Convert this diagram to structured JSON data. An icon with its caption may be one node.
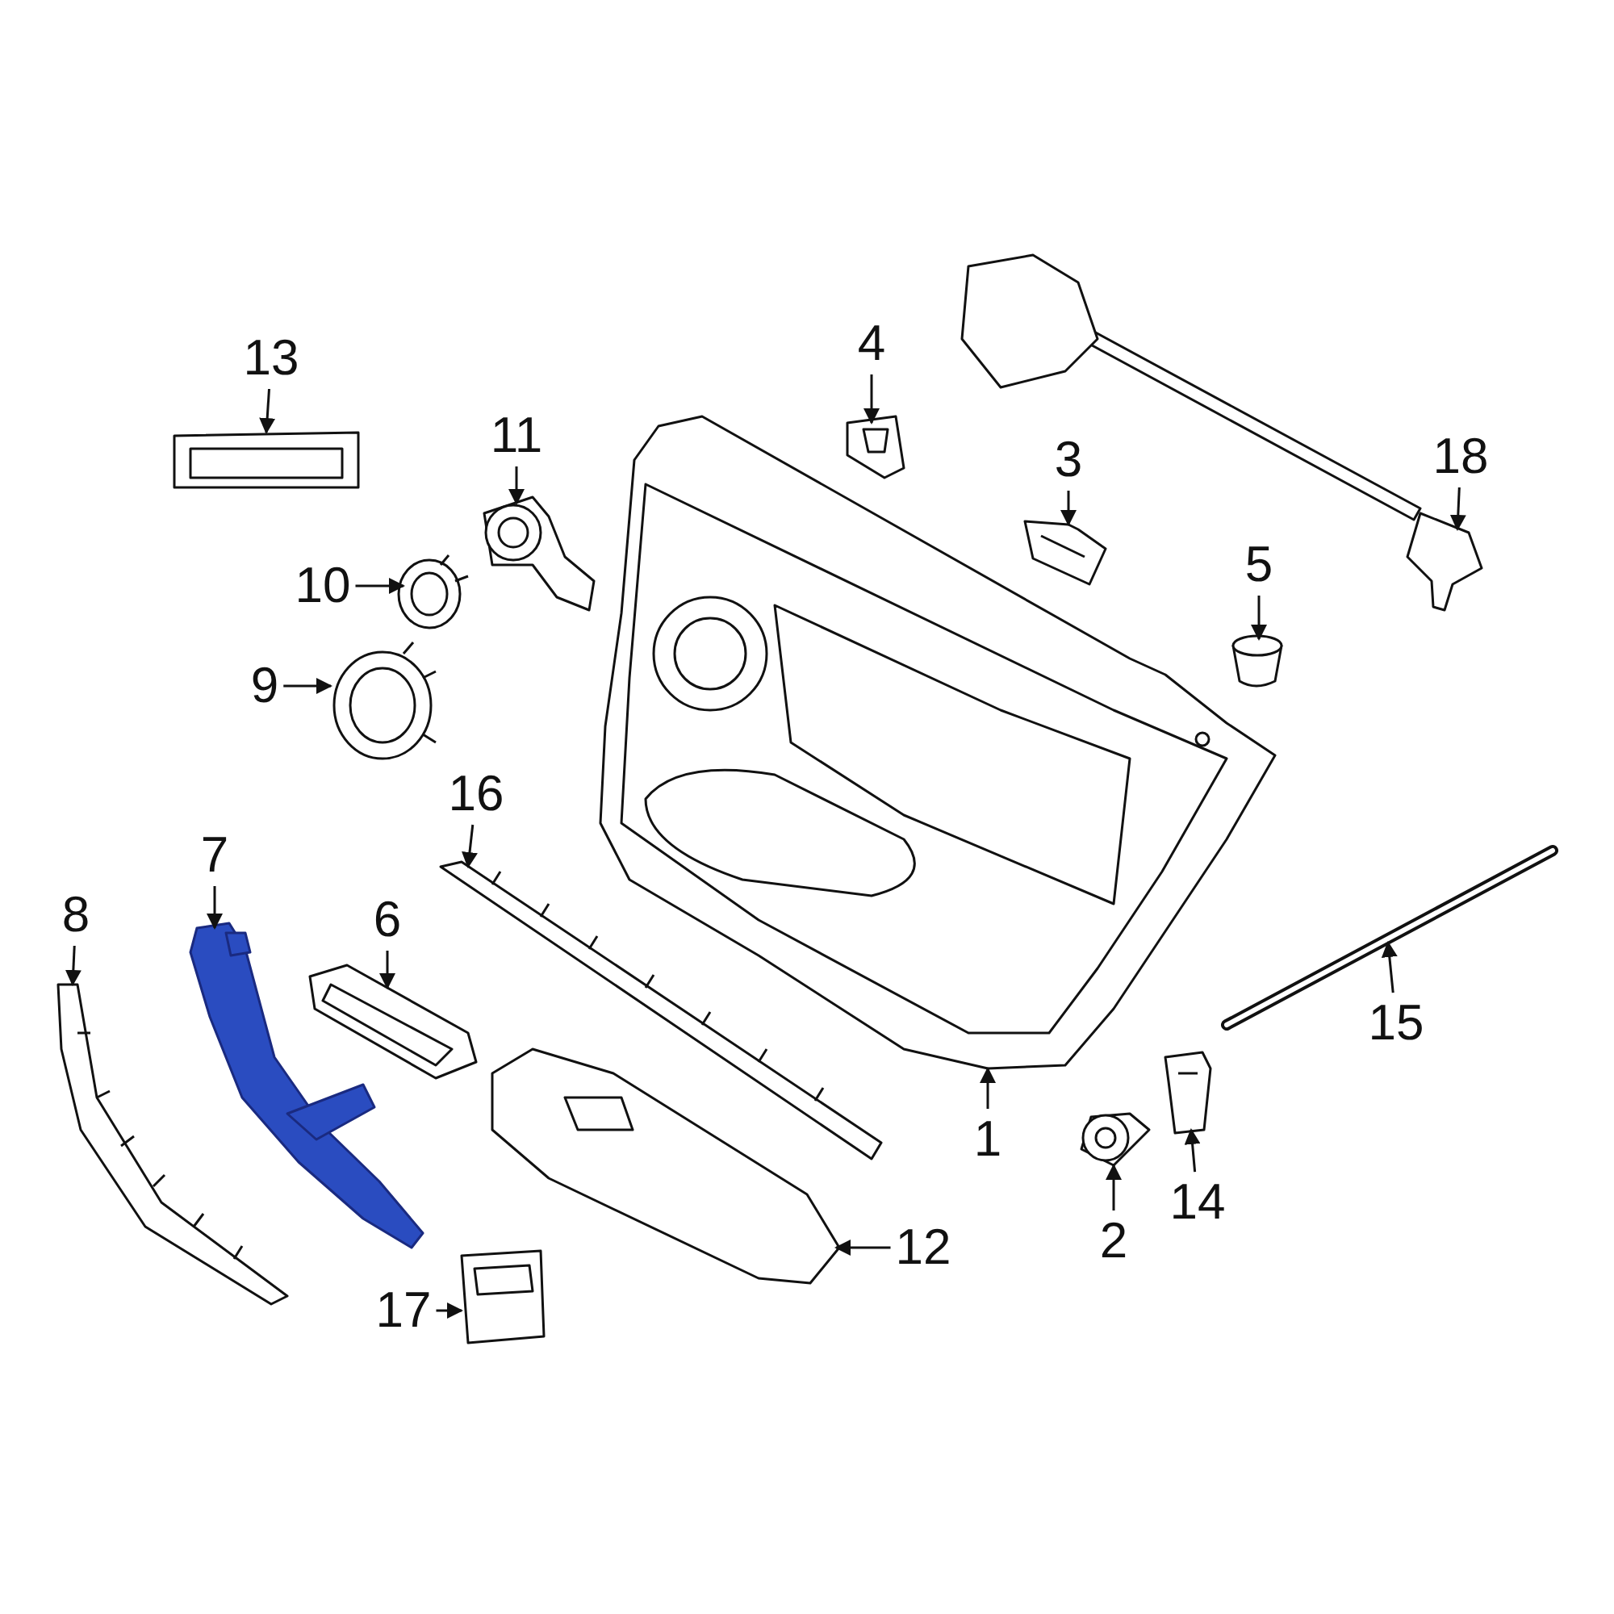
{
  "diagram": {
    "nodes": [
      {
        "text": [
          "1"
        ]
      },
      {
        "text": [
          "2"
        ]
      },
      {
        "text": [
          "3"
        ]
      },
      {
        "text": [
          "4"
        ]
      },
      {
        "text": [
          "5"
        ]
      },
      {
        "text": [
          "6"
        ]
      },
      {
        "text": [
          "7"
        ]
      },
      {
        "text": [
          "8"
        ]
      },
      {
        "text": [
          "9"
        ]
      },
      {
        "text": [
          "10"
        ]
      },
      {
        "text": [
          "11"
        ]
      },
      {
        "text": [
          "12"
        ]
      },
      {
        "text": [
          "13"
        ]
      },
      {
        "text": [
          "14"
        ]
      },
      {
        "text": [
          "15"
        ]
      },
      {
        "text": [
          "16"
        ]
      },
      {
        "text": [
          "17"
        ]
      },
      {
        "text": [
          "18"
        ]
      },
      {
        "text": [],
        "shape": "picture"
      },
      {
        "text": [],
        "shape": "picture"
      },
      {
        "text": [],
        "shape": "picture"
      },
      {
        "text": [],
        "shape": "picture"
      },
      {
        "text": [],
        "shape": "picture"
      },
      {
        "text": [],
        "shape": "picture"
      },
      {
        "text": [],
        "shape": "picture"
      },
      {
        "text": [],
        "shape": "picture"
      },
      {
        "text": [],
        "shape": "picture"
      },
      {
        "text": [],
        "shape": "picture"
      },
      {
        "text": [],
        "shape": "picture"
      },
      {
        "text": [],
        "shape": "picture"
      },
      {
        "text": [],
        "shape": "picture"
      },
      {
        "text": [],
        "shape": "picture"
      },
      {
        "text": [],
        "shape": "picture"
      },
      {
        "text": [],
        "shape": "picture"
      },
      {
        "text": [],
        "shape": "picture"
      },
      {
        "text": [],
        "shape": "picture"
      }
    ],
    "edges": [
      {
        "from": 0,
        "to": 18,
        "arrow": "to"
      },
      {
        "from": 1,
        "to": 19,
        "arrow": "to"
      },
      {
        "from": 2,
        "to": 20,
        "arrow": "to"
      },
      {
        "from": 3,
        "to": 21,
        "arrow": "to"
      },
      {
        "from": 4,
        "to": 22,
        "arrow": "to"
      },
      {
        "from": 5,
        "to": 23,
        "arrow": "to"
      },
      {
        "from": 6,
        "to": 24,
        "arrow": "to"
      },
      {
        "from": 7,
        "to": 25,
        "arrow": "to"
      },
      {
        "from": 8,
        "to": 26,
        "arrow": "to"
      },
      {
        "from": 9,
        "to": 27,
        "arrow": "to"
      },
      {
        "from": 10,
        "to": 28,
        "arrow": "to"
      },
      {
        "from": 11,
        "to": 29,
        "arrow": "to"
      },
      {
        "from": 12,
        "to": 30,
        "arrow": "to"
      },
      {
        "from": 13,
        "to": 31,
        "arrow": "to"
      },
      {
        "from": 14,
        "to": 32,
        "arrow": "to"
      },
      {
        "from": 15,
        "to": 33,
        "arrow": "to"
      },
      {
        "from": 16,
        "to": 34,
        "arrow": "to"
      },
      {
        "from": 17,
        "to": 35,
        "arrow": "to"
      }
    ]
  }
}
